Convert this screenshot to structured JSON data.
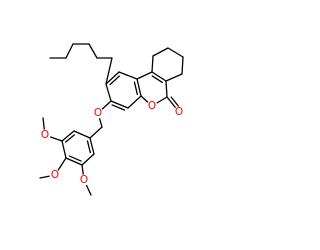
{
  "molecule": {
    "colors": {
      "bond": "#000000",
      "oxygen": "#ff0000",
      "background": "#ffffff"
    },
    "atom_labels": {
      "ome_top": "O",
      "ome_mid": "O",
      "ome_bot": "O",
      "ether_o": "O",
      "ring_o": "O",
      "carbonyl_o": "O"
    }
  }
}
